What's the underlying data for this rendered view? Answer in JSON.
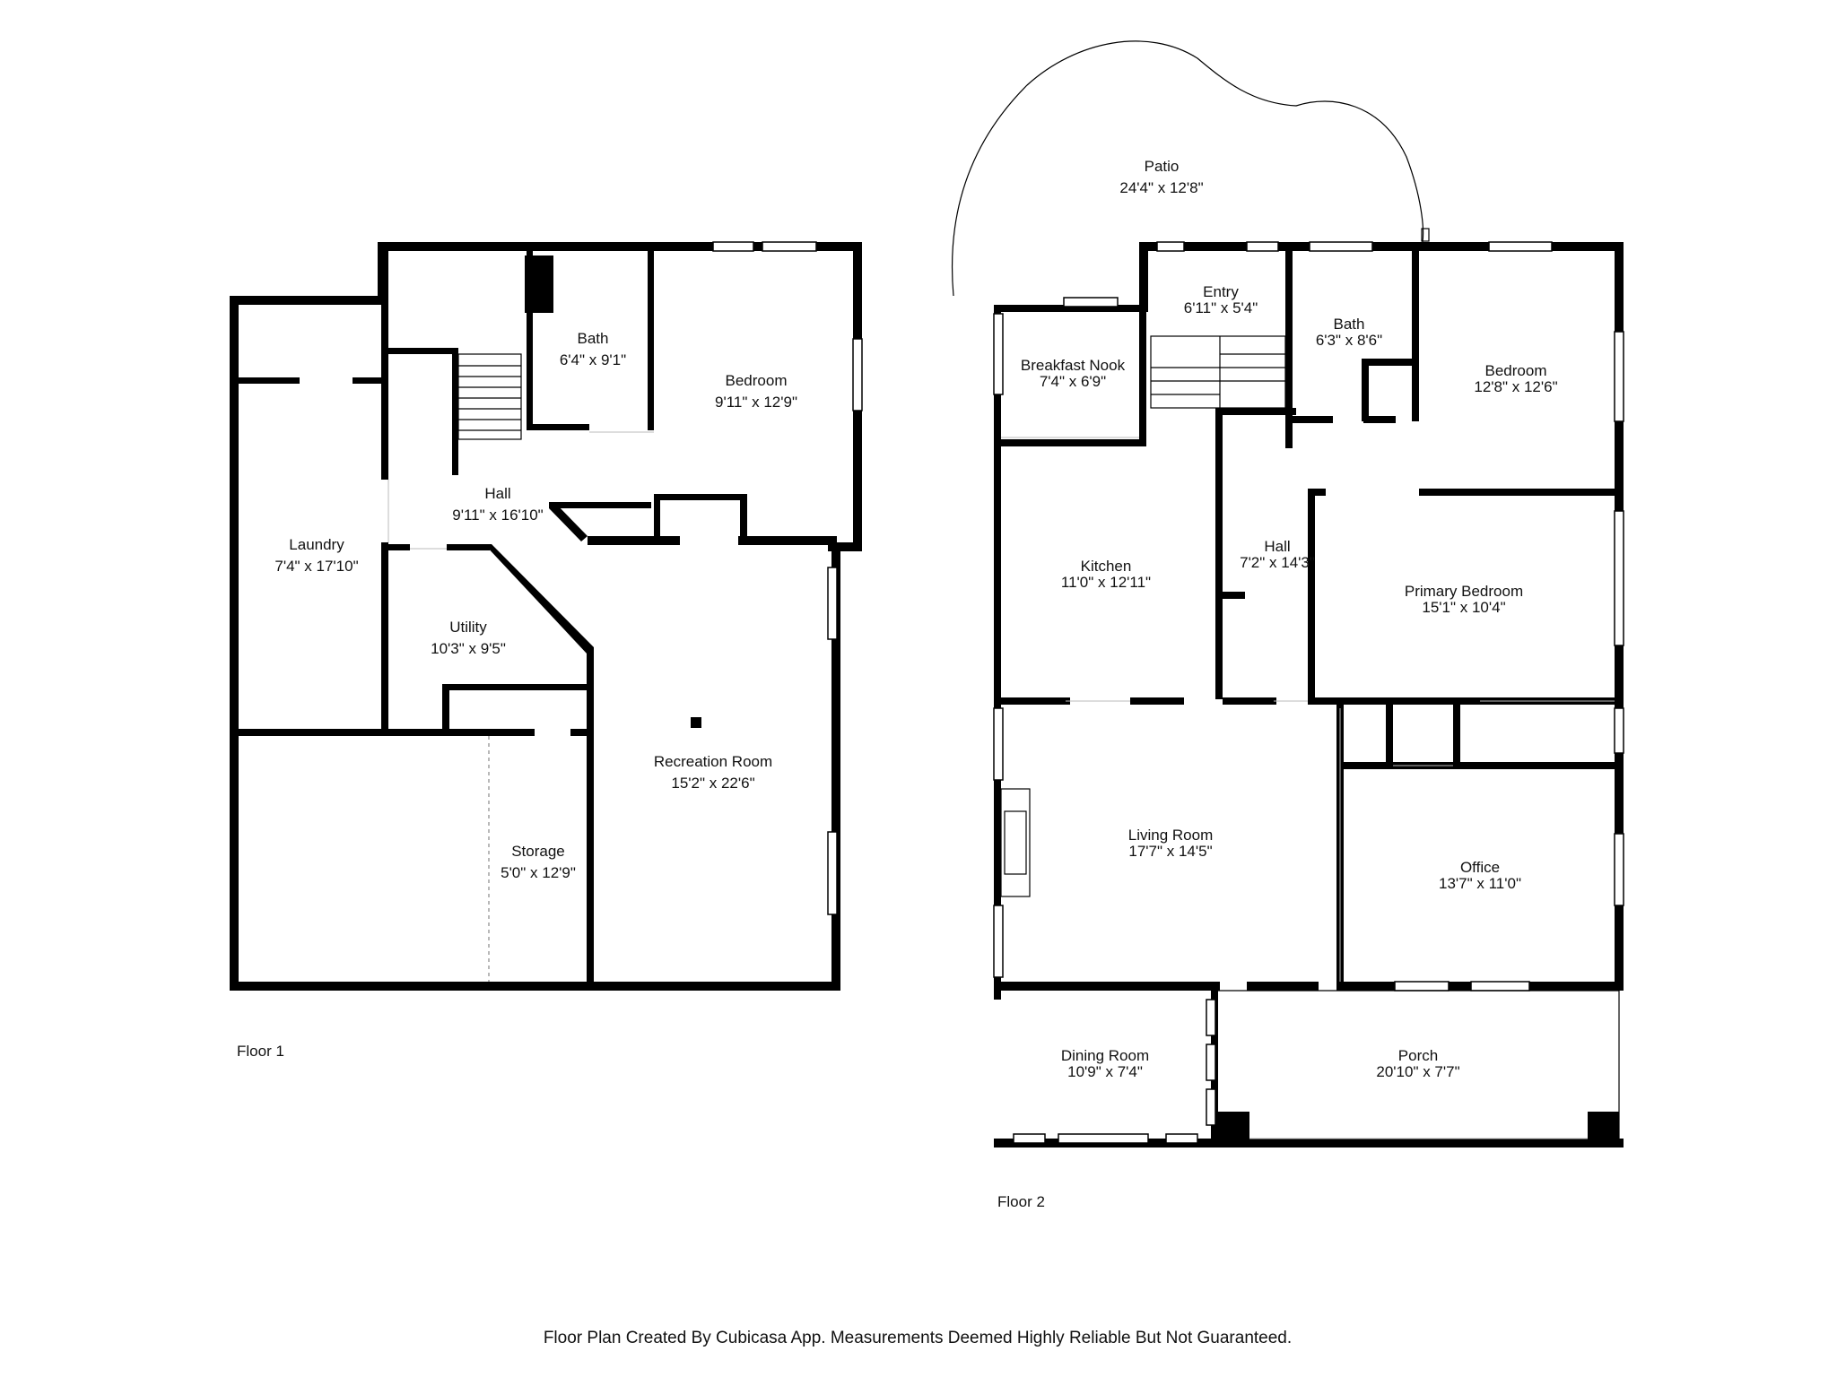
{
  "floor1": {
    "label": "Floor 1",
    "rooms": [
      {
        "name": "Bath",
        "dims": "6'4\" x 9'1\""
      },
      {
        "name": "Bedroom",
        "dims": "9'11\" x 12'9\""
      },
      {
        "name": "Hall",
        "dims": "9'11\" x 16'10\""
      },
      {
        "name": "Laundry",
        "dims": "7'4\" x 17'10\""
      },
      {
        "name": "Utility",
        "dims": "10'3\" x 9'5\""
      },
      {
        "name": "Recreation Room",
        "dims": "15'2\" x 22'6\""
      },
      {
        "name": "Storage",
        "dims": "5'0\" x 12'9\""
      }
    ]
  },
  "floor2": {
    "label": "Floor 2",
    "rooms": [
      {
        "name": "Patio",
        "dims": "24'4\" x 12'8\""
      },
      {
        "name": "Entry",
        "dims": "6'11\" x 5'4\""
      },
      {
        "name": "Bath",
        "dims": "6'3\" x 8'6\""
      },
      {
        "name": "Breakfast Nook",
        "dims": "7'4\" x 6'9\""
      },
      {
        "name": "Bedroom",
        "dims": "12'8\" x 12'6\""
      },
      {
        "name": "Kitchen",
        "dims": "11'0\" x 12'11\""
      },
      {
        "name": "Hall",
        "dims": "7'2\" x 14'3\""
      },
      {
        "name": "Primary Bedroom",
        "dims": "15'1\" x 10'4\""
      },
      {
        "name": "Living Room",
        "dims": "17'7\" x 14'5\""
      },
      {
        "name": "Office",
        "dims": "13'7\" x 11'0\""
      },
      {
        "name": "Dining Room",
        "dims": "10'9\" x 7'4\""
      },
      {
        "name": "Porch",
        "dims": "20'10\" x 7'7\""
      }
    ]
  },
  "footer": "Floor Plan Created By Cubicasa App. Measurements Deemed Highly Reliable But Not Guaranteed."
}
